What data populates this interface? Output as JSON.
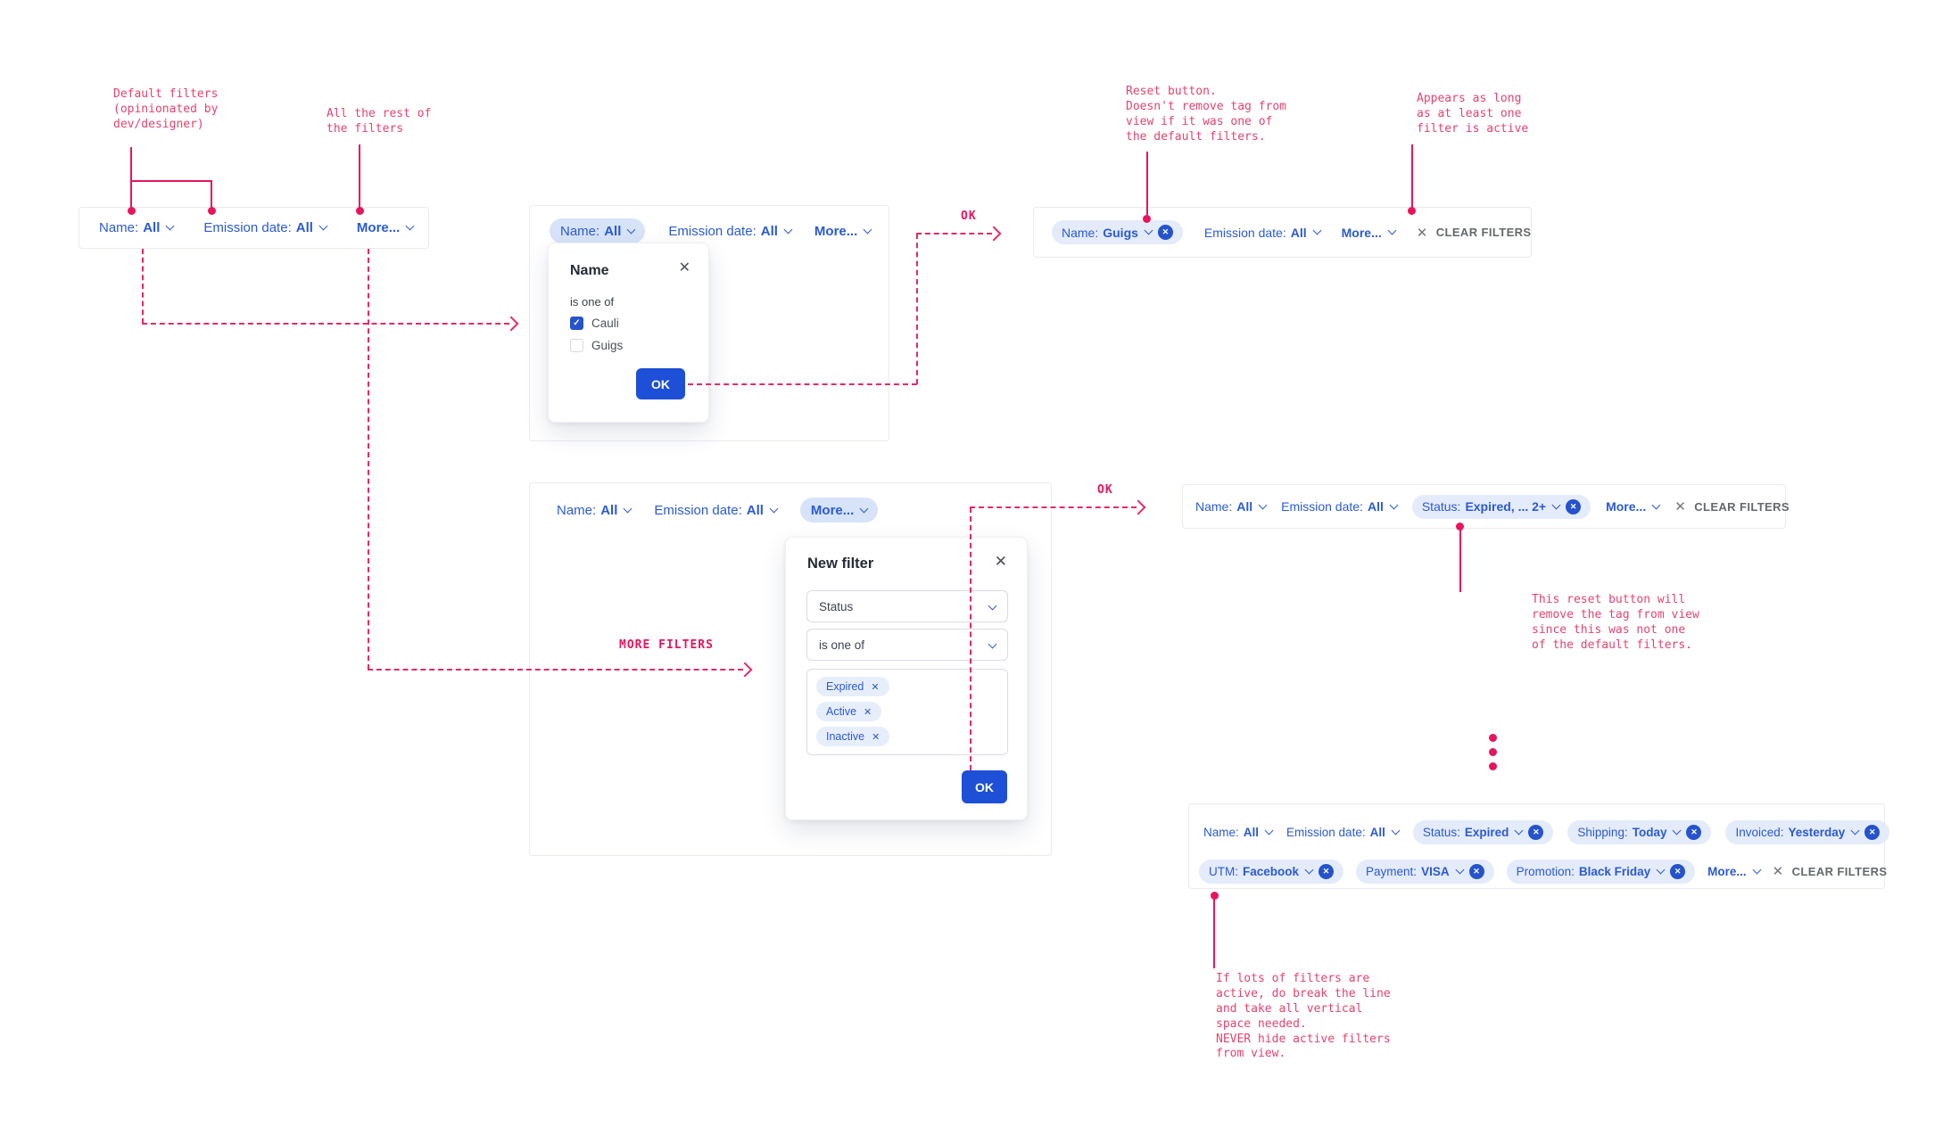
{
  "icons": {
    "close": "✕",
    "check": "✓",
    "clear": "✕"
  },
  "colors": {
    "accent_blue": "#2a5ad4",
    "badge_blue": "#2453cc",
    "ok_blue": "#1d4fd7",
    "pill_bg": "#e4ebfa",
    "pink": "#e72a64"
  },
  "annotations": {
    "default_filters": "Default filters\n(opinionated by\ndev/designer)",
    "rest_of_filters": "All the rest of\nthe filters",
    "reset_button": "Reset button.\nDoesn't remove tag from\nview if it was one of\nthe default filters.",
    "appears": "Appears as long\nas at least one\nfilter is active",
    "ok_flow_1": "OK",
    "ok_flow_2": "OK",
    "more_filters": "MORE FILTERS",
    "reset_removes": "This reset button will\nremove the tag from view\nsince this was not one\nof the default filters.",
    "line_break": "If lots of filters are\nactive, do break the line\nand take all vertical\nspace needed.\nNEVER hide active filters\nfrom view."
  },
  "bar1": {
    "items": [
      {
        "label": "Name:",
        "value": "All"
      },
      {
        "label": "Emission date:",
        "value": "All"
      },
      {
        "label": "",
        "value": "More..."
      }
    ]
  },
  "bar2": {
    "pill": {
      "label": "Name:",
      "value": "All"
    },
    "items": [
      {
        "label": "Emission date:",
        "value": "All"
      },
      {
        "label": "",
        "value": "More..."
      }
    ]
  },
  "popup_name": {
    "title": "Name",
    "operator": "is one of",
    "options": [
      {
        "label": "Cauli",
        "checked": true
      },
      {
        "label": "Guigs",
        "checked": false
      }
    ],
    "ok": "OK"
  },
  "bar3": {
    "pill": {
      "label": "Name:",
      "value": "Guigs"
    },
    "items": [
      {
        "label": "Emission date:",
        "value": "All"
      },
      {
        "label": "",
        "value": "More..."
      }
    ],
    "clear": "CLEAR FILTERS"
  },
  "bar4": {
    "items": [
      {
        "label": "Name:",
        "value": "All"
      },
      {
        "label": "Emission date:",
        "value": "All"
      }
    ],
    "pill": {
      "label": "",
      "value": "More..."
    }
  },
  "popup_new": {
    "title": "New filter",
    "field": "Status",
    "operator": "is one of",
    "tags": [
      "Expired",
      "Active",
      "Inactive"
    ],
    "ok": "OK"
  },
  "bar5": {
    "items": [
      {
        "label": "Name:",
        "value": "All"
      },
      {
        "label": "Emission date:",
        "value": "All"
      }
    ],
    "pill": {
      "label": "Status:",
      "value": "Expired, ... 2+"
    },
    "more": {
      "label": "",
      "value": "More..."
    },
    "clear": "CLEAR FILTERS"
  },
  "bar6": {
    "row1": {
      "items": [
        {
          "label": "Name:",
          "value": "All"
        },
        {
          "label": "Emission date:",
          "value": "All"
        }
      ],
      "pills": [
        {
          "label": "Status:",
          "value": "Expired"
        },
        {
          "label": "Shipping:",
          "value": "Today"
        },
        {
          "label": "Invoiced:",
          "value": "Yesterday"
        }
      ]
    },
    "row2": {
      "pills": [
        {
          "label": "UTM:",
          "value": "Facebook"
        },
        {
          "label": "Payment:",
          "value": "VISA"
        },
        {
          "label": "Promotion:",
          "value": "Black Friday"
        }
      ],
      "more": {
        "label": "",
        "value": "More..."
      },
      "clear": "CLEAR FILTERS"
    }
  }
}
